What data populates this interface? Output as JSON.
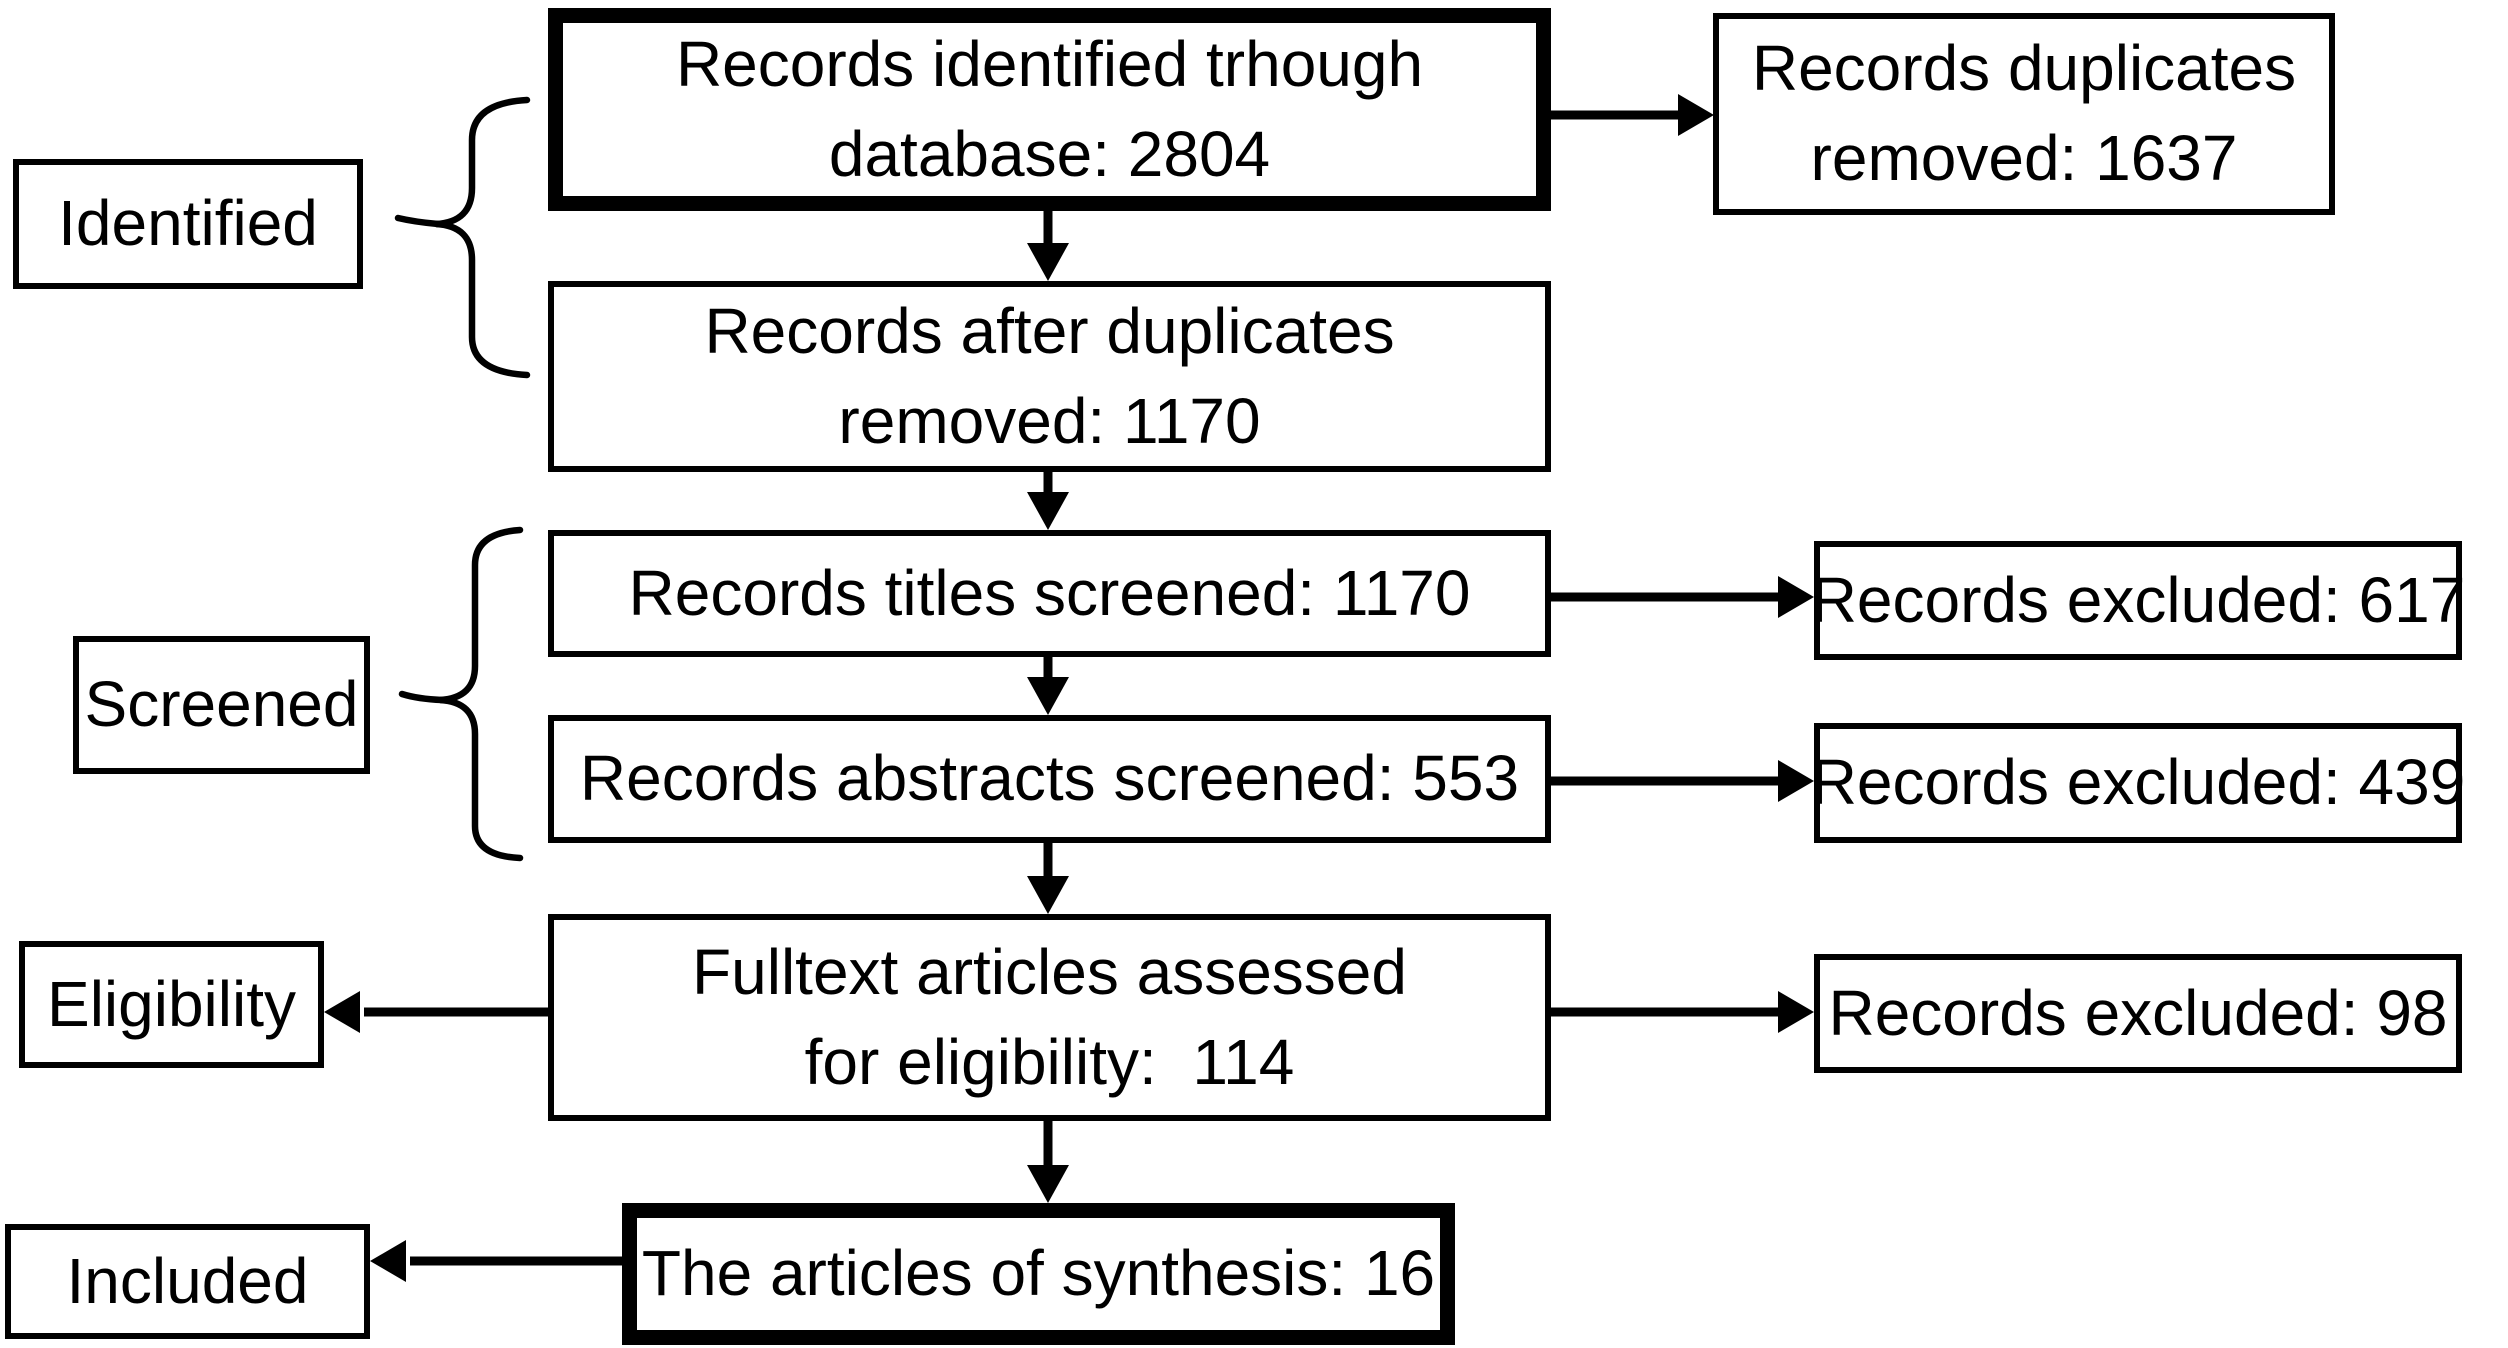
{
  "diagram": {
    "title": "Systematic review article selection flow diagram",
    "stages": [
      {
        "label": "Identified"
      },
      {
        "label": "Screened"
      },
      {
        "label": "Eligibility"
      },
      {
        "label": "Included"
      }
    ],
    "main_flow": [
      {
        "text": "Records identified trhough\ndatabase: 2804",
        "emphasis": true
      },
      {
        "text": "Records after duplicates\nremoved: 1170",
        "emphasis": false
      },
      {
        "text": "Records titles screened: 1170",
        "emphasis": false
      },
      {
        "text": "Records abstracts screened: 553",
        "emphasis": false
      },
      {
        "text": "Fulltext articles assessed\nfor eligibility:  114",
        "emphasis": false
      },
      {
        "text": "The articles of synthesis: 16",
        "emphasis": true
      }
    ],
    "side_boxes": [
      {
        "text": "Records duplicates\nremoved: 1637"
      },
      {
        "text": "Records excluded: 617"
      },
      {
        "text": "Records excluded: 439"
      },
      {
        "text": "Records excluded: 98"
      }
    ],
    "colors": {
      "line": "#000000",
      "box_fill": "#ffffff",
      "background": "#ffffff",
      "text": "#000000"
    }
  }
}
